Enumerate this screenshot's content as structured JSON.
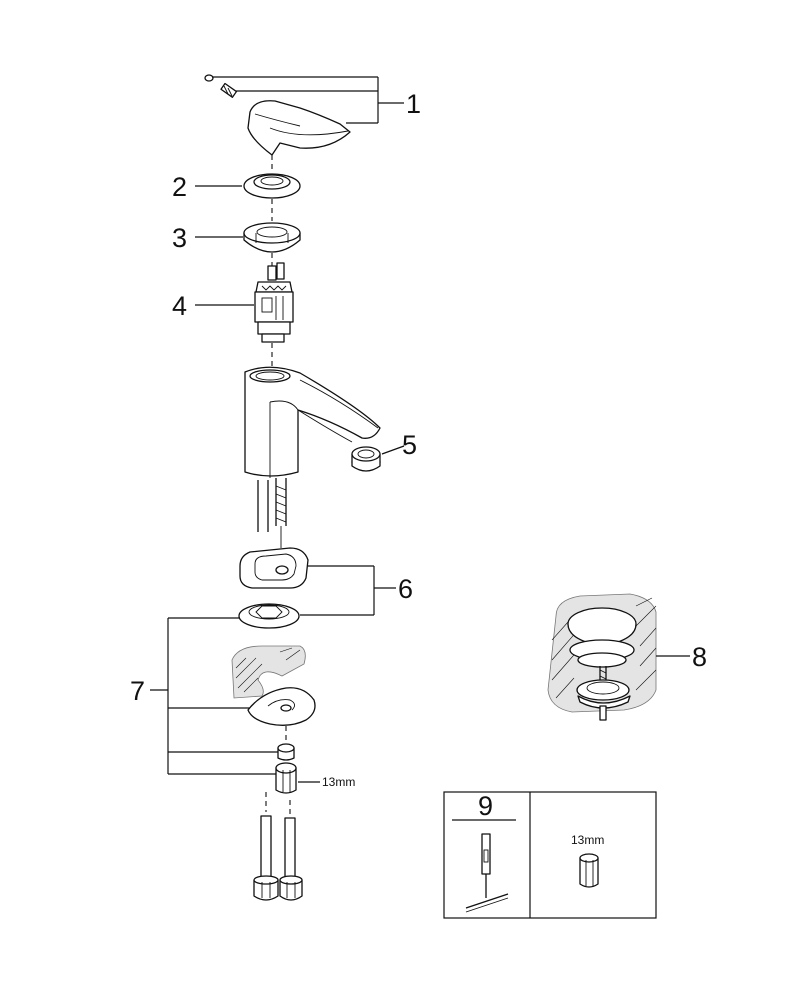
{
  "callouts": {
    "c1": "1",
    "c2": "2",
    "c3": "3",
    "c4": "4",
    "c5": "5",
    "c6": "6",
    "c7": "7",
    "c8": "8",
    "c9": "9"
  },
  "wrench_size_label": "13mm",
  "tool_box_size_label": "13mm"
}
